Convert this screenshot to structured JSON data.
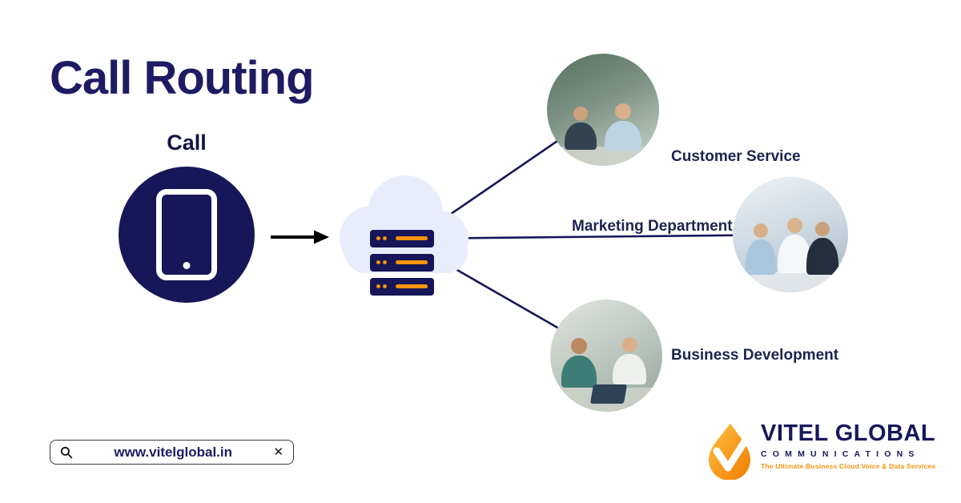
{
  "title": "Call Routing",
  "diagram": {
    "call_label": "Call",
    "destinations": [
      {
        "label": "Customer Service"
      },
      {
        "label": "Marketing Department"
      },
      {
        "label": "Business Development"
      }
    ]
  },
  "browser_bar": {
    "url": "www.vitelglobal.in",
    "close": "✕"
  },
  "brand": {
    "name": "VITEL GLOBAL",
    "division": "COMMUNICATIONS",
    "tagline": "The Ultimate Business Cloud Voice & Data Services"
  },
  "colors": {
    "navy": "#161658",
    "title_navy": "#1d1b63",
    "orange": "#f5930f",
    "cloud": "#e9edfb",
    "arrow": "#000000"
  }
}
